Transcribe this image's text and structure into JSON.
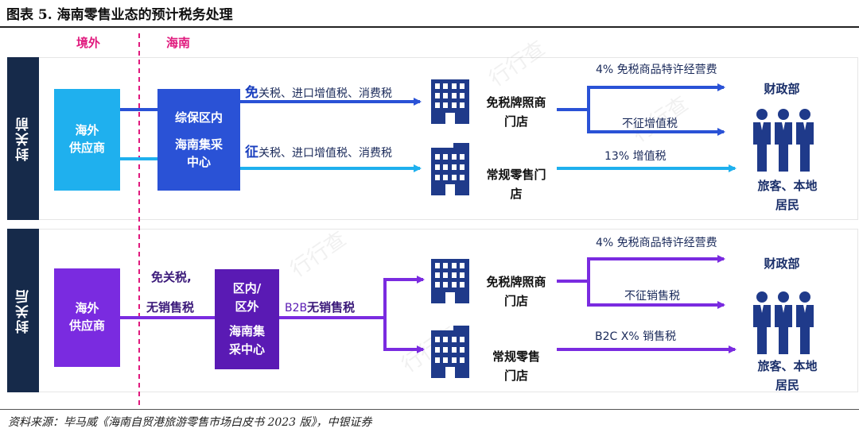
{
  "title": "图表 5. 海南零售业态的预计税务处理",
  "source": "资料来源：毕马威《海南自贸港旅游零售市场白皮书 2023 版》，中银证券",
  "watermark": "行行查",
  "regions": {
    "overseas": "境外",
    "hainan": "海南"
  },
  "colors": {
    "navy": "#162a4a",
    "blue": "#2a52d6",
    "light_blue": "#1fb0ee",
    "purple": "#7a2be0",
    "magenta": "#e0197d"
  },
  "before": {
    "section_label": "封关前",
    "supplier": [
      "海外",
      "供应商"
    ],
    "hub_top": "综保区内",
    "hub_bottom": [
      "海南集采",
      "中心"
    ],
    "top_arrow": {
      "lead": "免",
      "rest": "关税、进口增值税、消费税"
    },
    "bottom_arrow": {
      "lead": "征",
      "rest": "关税、进口增值税、消费税"
    },
    "store_dutyfree": [
      "免税牌照商",
      "门店"
    ],
    "store_regular": [
      "常规零售门",
      "店"
    ],
    "tax_franchise": "4% 免税商品特许经营费",
    "tax_novat": "不征增值税",
    "tax_vat": "13% 增值税",
    "dest_finance": "财政部",
    "dest_people": [
      "旅客、本地",
      "居民"
    ]
  },
  "after": {
    "section_label": "封关后",
    "supplier": [
      "海外",
      "供应商"
    ],
    "note_top": "免关税,",
    "note_bottom": "无销售税",
    "hub": [
      "区内/",
      "区外",
      "海南集",
      "采中心"
    ],
    "b2b": {
      "prefix": "B2B",
      "rest": "无销售税"
    },
    "store_dutyfree": [
      "免税牌照商",
      "门店"
    ],
    "store_regular": [
      "常规零售",
      "门店"
    ],
    "tax_franchise": "4% 免税商品特许经营费",
    "tax_nosales": "不征销售税",
    "tax_b2c": "B2C X% 销售税",
    "dest_finance": "财政部",
    "dest_people": [
      "旅客、本地",
      "居民"
    ]
  }
}
